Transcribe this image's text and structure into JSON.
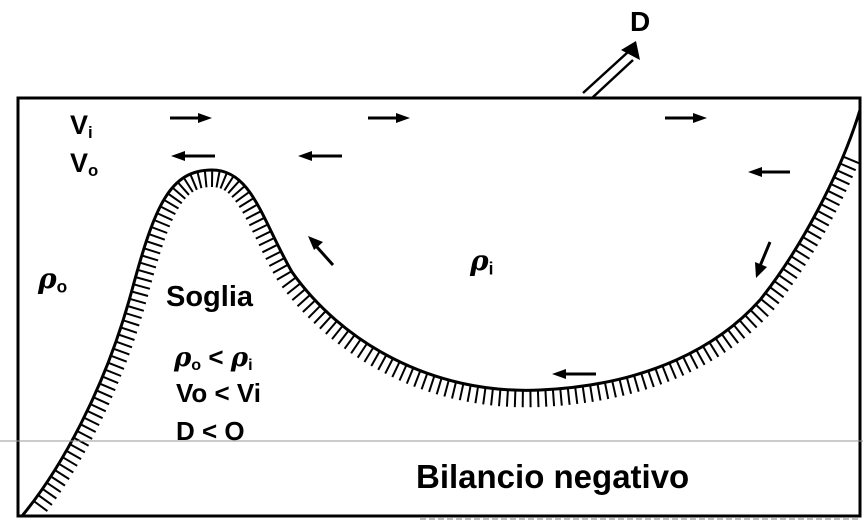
{
  "labels": {
    "outflow": "D",
    "v_in": "V",
    "v_in_sub": "i",
    "v_out": "V",
    "v_out_sub": "o",
    "rho_out": "ρ",
    "rho_out_sub": "o",
    "rho_in": "ρ",
    "rho_in_sub": "i",
    "sill": "Soglia",
    "density_relation_a": "ρ",
    "density_relation_a_sub": "o",
    "density_relation_op": " < ",
    "density_relation_b": "ρ",
    "density_relation_b_sub": "i",
    "velocity_relation": "Vo < Vi",
    "outflow_relation": "D < O",
    "balance": "Bilancio negativo"
  },
  "colors": {
    "ink": "#000000",
    "background": "#ffffff",
    "scan_line": "#9a9a9a"
  }
}
